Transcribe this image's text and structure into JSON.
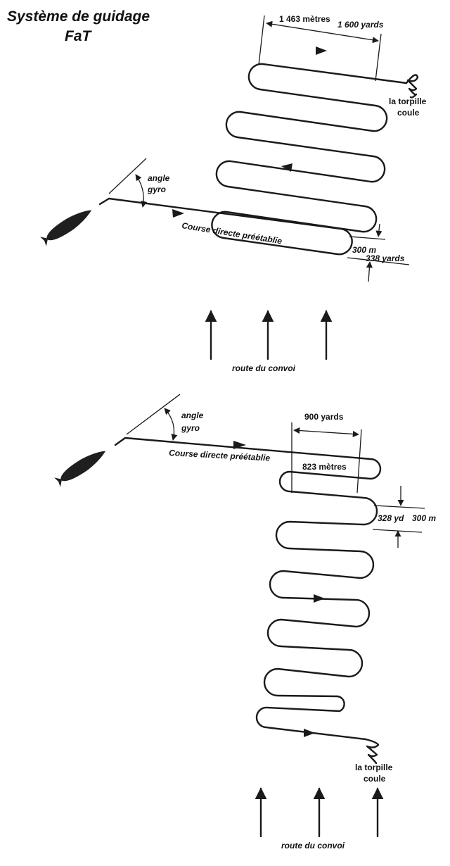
{
  "title": {
    "line1": "Système de guidage",
    "line2": "FaT"
  },
  "diagram_top": {
    "length_metric": "1 463 mètres",
    "length_imperial": "1 600  yards",
    "sink_label_line1": "la torpille",
    "sink_label_line2": "coule",
    "gyro_label_line1": "angle",
    "gyro_label_line2": "gyro",
    "course_label": "Course directe préétablie",
    "spacing_metric": "300 m",
    "spacing_imperial": "338 yards",
    "convoy_label": "route du convoi"
  },
  "diagram_bottom": {
    "gyro_label_line1": "angle",
    "gyro_label_line2": "gyro",
    "course_label": "Course directe préétablie",
    "length_imperial": "900 yards",
    "length_metric": "823 mètres",
    "spacing_imperial": "328 yd",
    "spacing_metric": "300 m",
    "sink_label_line1": "la torpille",
    "sink_label_line2": "coule",
    "convoy_label": "route du convoi"
  }
}
